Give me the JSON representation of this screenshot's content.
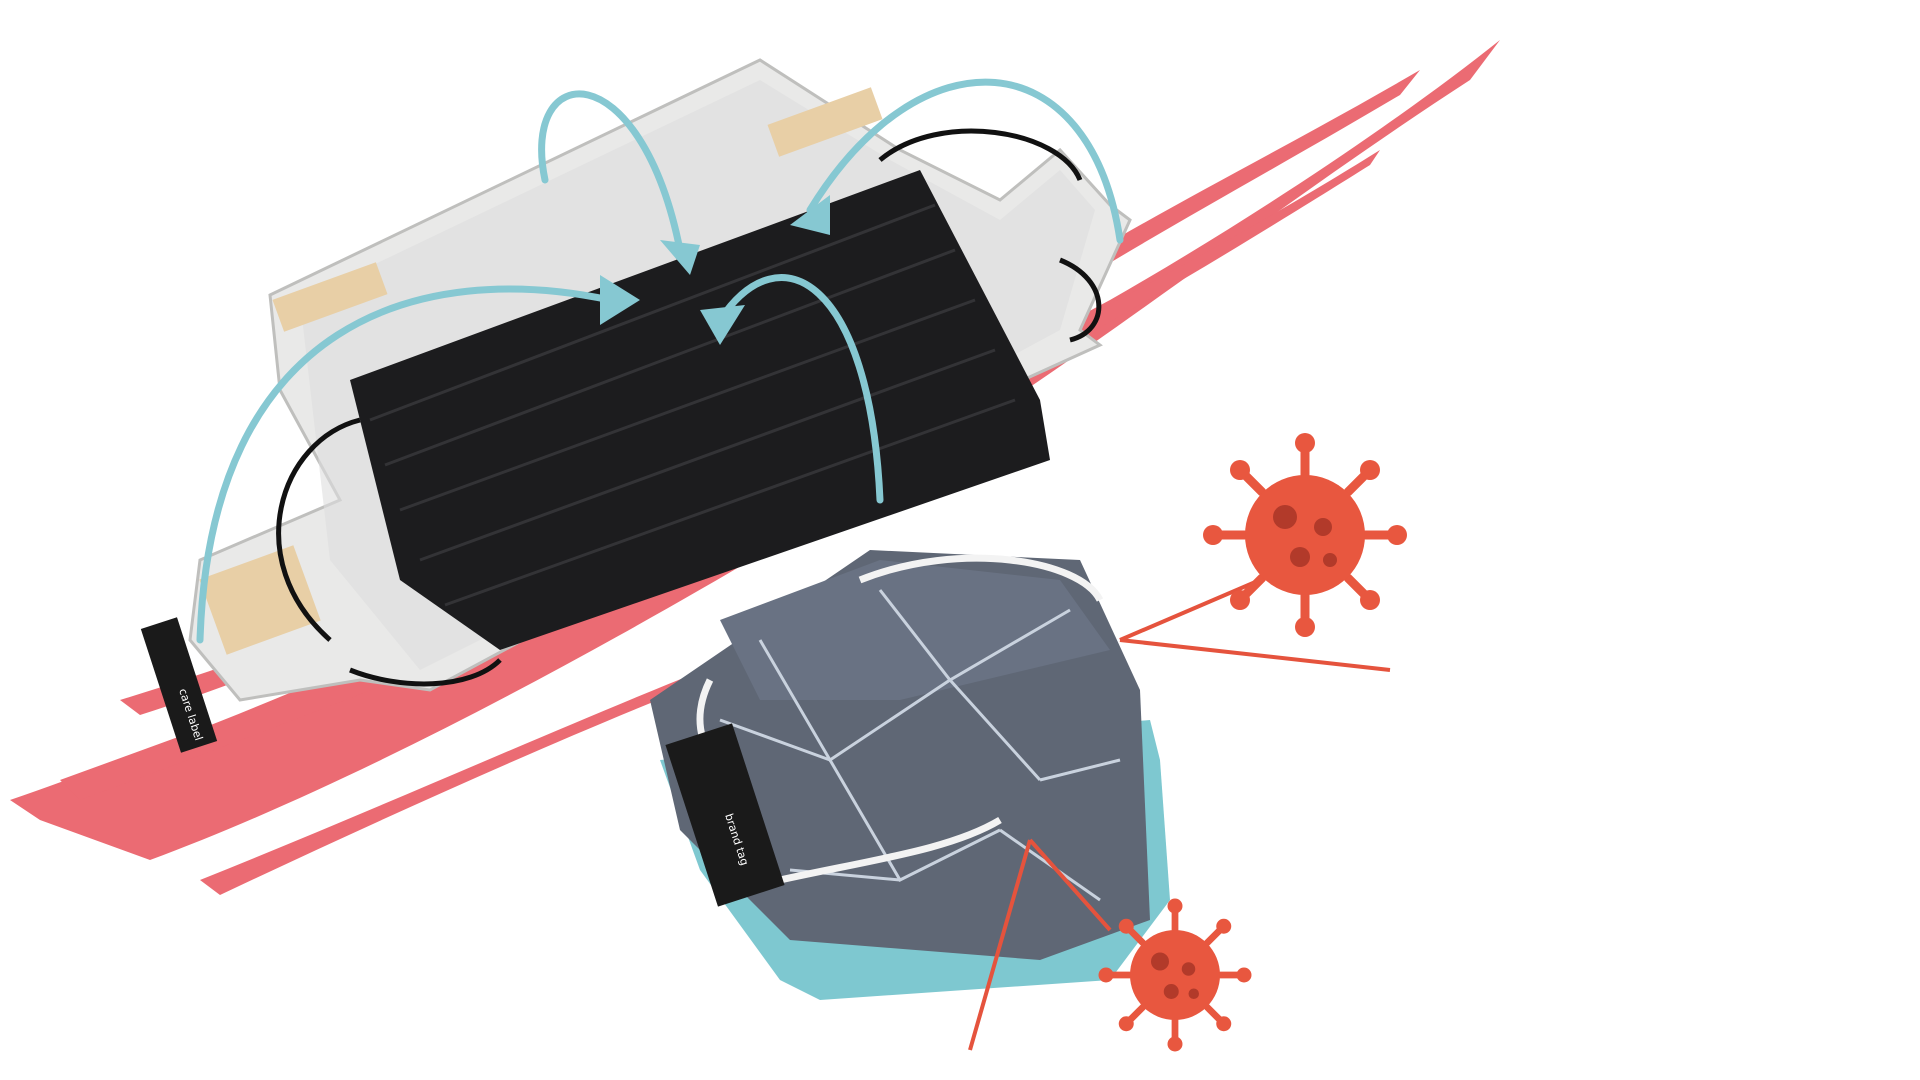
{
  "scene": {
    "description_items": [
      {
        "name": "mask-storage-case-open",
        "kind": "product-photo"
      },
      {
        "name": "folded-mask-case-closed",
        "kind": "product-photo"
      },
      {
        "name": "virus-icon",
        "count": 2
      }
    ]
  },
  "colors": {
    "brush_stroke_red": "#eb6b73",
    "brush_stroke_teal": "#7ec8d0",
    "arrow_blue": "#86c8d2",
    "virus_red": "#e8573f",
    "virus_dark": "#b23a2a",
    "mask_black": "#1c1c1e",
    "case_white": "#e9e9e8",
    "velcro_tan": "#e8cfa6",
    "pouch_gray": "#5f6775",
    "pouch_lines": "#c9d2de",
    "pointer_red": "#e5533d"
  },
  "tags": {
    "care_label_text": "care label",
    "brand_tag_text": "brand tag"
  }
}
